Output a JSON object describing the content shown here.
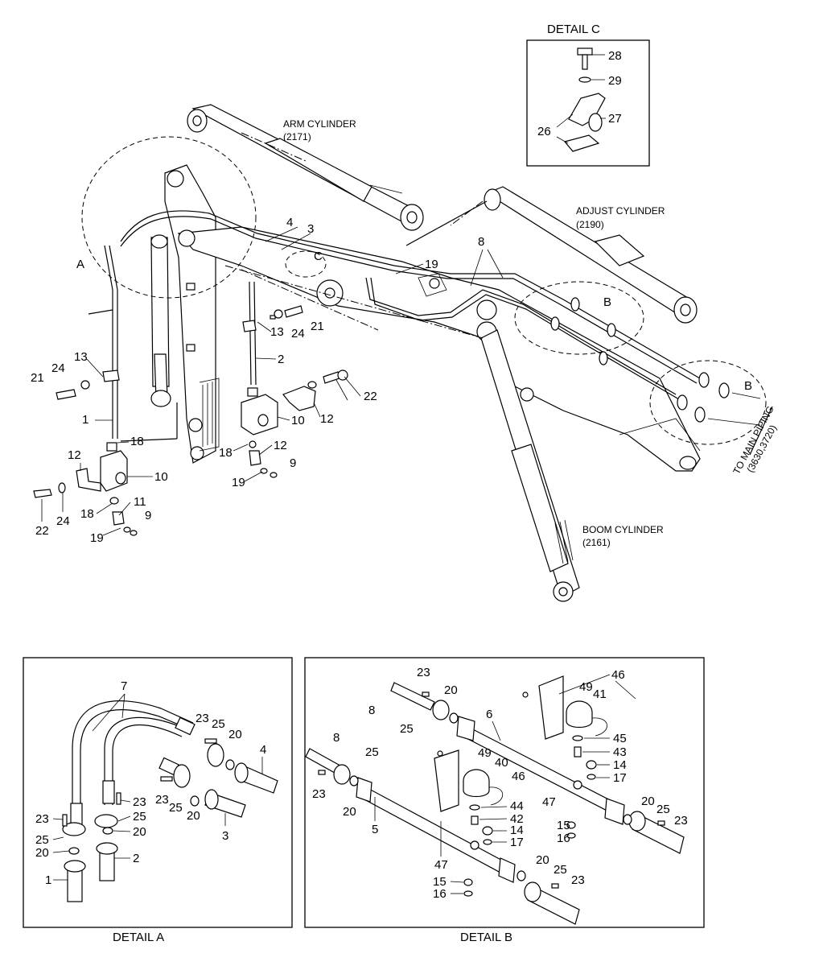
{
  "detail_c": {
    "title": "DETAIL  C",
    "parts": [
      "28",
      "29",
      "27",
      "26"
    ]
  },
  "cylinders": {
    "arm_name": "ARM CYLINDER",
    "arm_code": "(2171)",
    "adjust_name": "ADJUST CYLINDER",
    "adjust_code": "(2190)",
    "boom_name": "BOOM CYLINDER",
    "boom_code": "(2161)"
  },
  "main_piping": {
    "line1": "TO MAIN PIPING",
    "line2": "(3630,3720)"
  },
  "detail_refs": {
    "a": "A",
    "b": "B",
    "c": "C"
  },
  "main_labels": [
    "4",
    "3",
    "19",
    "8",
    "13",
    "24",
    "21",
    "2",
    "22",
    "10",
    "12",
    "13",
    "24",
    "21",
    "1",
    "18",
    "12",
    "10",
    "22",
    "24",
    "18",
    "11",
    "9",
    "19",
    "18",
    "12",
    "9",
    "19"
  ],
  "detail_a": {
    "title": "DETAIL A",
    "labels": [
      "7",
      "23",
      "25",
      "20",
      "4",
      "23",
      "25",
      "20",
      "3",
      "23",
      "25",
      "20",
      "2",
      "23",
      "25",
      "20",
      "1"
    ]
  },
  "detail_b": {
    "title": "DETAIL B",
    "labels": [
      "23",
      "46",
      "20",
      "49",
      "41",
      "8",
      "6",
      "25",
      "45",
      "43",
      "14",
      "17",
      "8",
      "25",
      "49",
      "40",
      "46",
      "47",
      "23",
      "20",
      "44",
      "42",
      "14",
      "17",
      "20",
      "25",
      "23",
      "15",
      "16",
      "5",
      "47",
      "20",
      "15",
      "16",
      "25",
      "23"
    ]
  }
}
